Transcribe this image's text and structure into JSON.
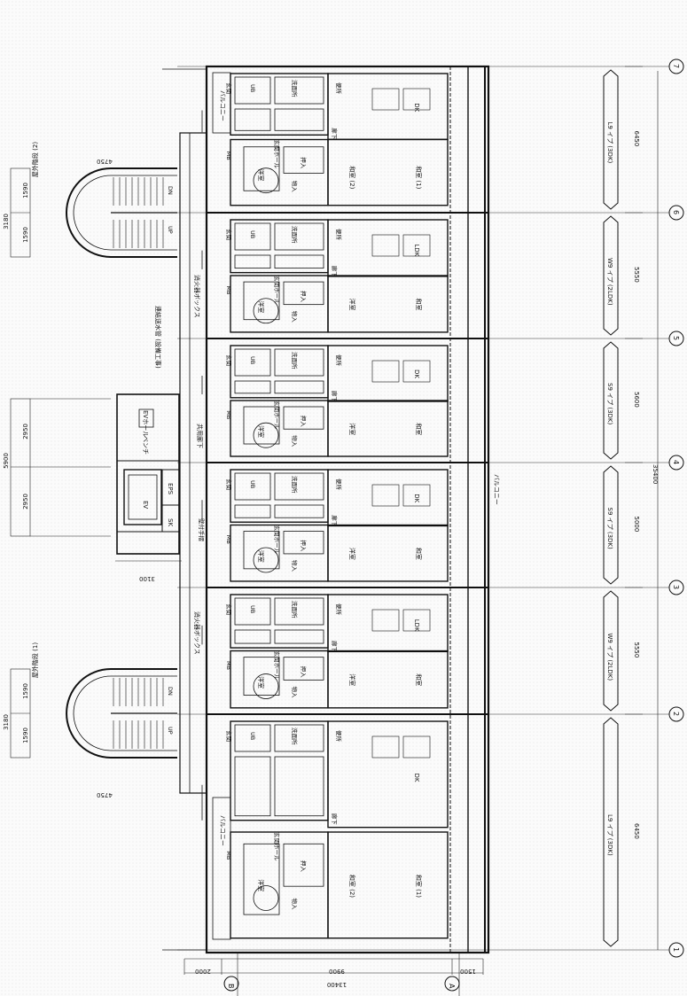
{
  "grid_lines": [
    {
      "id": "1",
      "label": "1"
    },
    {
      "id": "2",
      "label": "2"
    },
    {
      "id": "3",
      "label": "3"
    },
    {
      "id": "4",
      "label": "4"
    },
    {
      "id": "5",
      "label": "5"
    },
    {
      "id": "6",
      "label": "6"
    },
    {
      "id": "7",
      "label": "7"
    }
  ],
  "axis_rows": [
    {
      "id": "A",
      "label": "A"
    },
    {
      "id": "B",
      "label": "B"
    }
  ],
  "units": [
    {
      "type": "L9 イプ (3DK)",
      "span": "6450"
    },
    {
      "type": "W9 イプ (2LDK)",
      "span": "5550"
    },
    {
      "type": "S9 イプ (3DK)",
      "span": "5000"
    },
    {
      "type": "S9 イプ (3DK)",
      "span": "5600"
    },
    {
      "type": "W9 イプ (2LDK)",
      "span": "5550"
    },
    {
      "type": "L9 イプ (3DK)",
      "span": "6450"
    }
  ],
  "total_span": "35400",
  "depth": {
    "total": "13400",
    "parts": [
      "1500",
      "9900",
      "2000"
    ]
  },
  "stairs": [
    {
      "name": "屋外階段 (1)",
      "width": "3180",
      "halves": [
        "1590",
        "1590"
      ],
      "offset": "4750"
    },
    {
      "name": "屋外階段 (2)",
      "width": "3180",
      "halves": [
        "1590",
        "1590"
      ],
      "offset": "4750"
    }
  ],
  "ev_core": {
    "width": "5900",
    "halves": [
      "2950",
      "2950"
    ],
    "depth": "3100",
    "ev": "EV",
    "eps": "EPS",
    "sk": "SK",
    "hall": "EVホール",
    "bench": "ベンチ",
    "handrail": "壁付手摺"
  },
  "annotations": {
    "balcony": "バルコニー",
    "corridor": "共用廊下",
    "hydrant_box": "消火器ボックス",
    "ventilation": "連結送水管 (設備工事)"
  },
  "room_labels": {
    "western": "洋室",
    "japanese": "和室",
    "japanese1": "和室 (1)",
    "japanese2": "和室 (2)",
    "closet": "押入",
    "storage": "物入",
    "entrance": "玄関",
    "entrance_hall": "玄関ホール",
    "hallway": "廊下",
    "washroom": "洗面所",
    "toilet": "便所",
    "dk": "DK",
    "ldk": "LDK",
    "ub": "UB",
    "mb": "MB",
    "up": "UP",
    "dn": "DN"
  }
}
